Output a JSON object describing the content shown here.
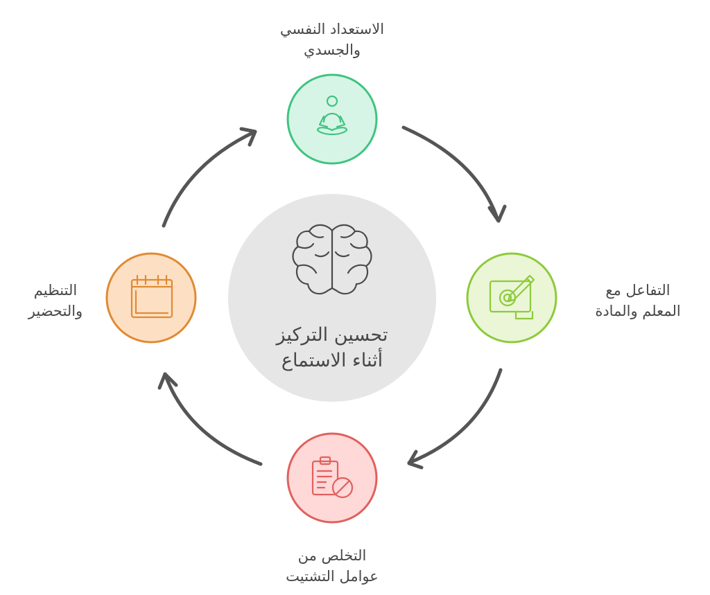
{
  "center": {
    "title_lines": [
      "تحسين التركيز",
      "أثناء الاستماع"
    ],
    "icon": "brain-icon",
    "fill": "#e6e6e6"
  },
  "nodes": [
    {
      "id": "readiness",
      "label_lines": [
        "الاستعداد النفسي",
        "والجسدي"
      ],
      "icon": "meditation-icon",
      "fill": "#d7f5e6",
      "stroke": "#3ec480"
    },
    {
      "id": "interaction",
      "label_lines": [
        "التفاعل مع",
        "المعلم والمادة"
      ],
      "icon": "pen-target-icon",
      "fill": "#eaf6d6",
      "stroke": "#8dca3a"
    },
    {
      "id": "distraction",
      "label_lines": [
        "التخلص من",
        "عوامل التشتيت"
      ],
      "icon": "clipboard-block-icon",
      "fill": "#ffd8d8",
      "stroke": "#e0605d"
    },
    {
      "id": "organization",
      "label_lines": [
        "التنظيم",
        "والتحضير"
      ],
      "icon": "calendar-icon",
      "fill": "#fde0c4",
      "stroke": "#e08a32"
    }
  ],
  "colors": {
    "arrow": "#555555",
    "text": "#474747"
  }
}
